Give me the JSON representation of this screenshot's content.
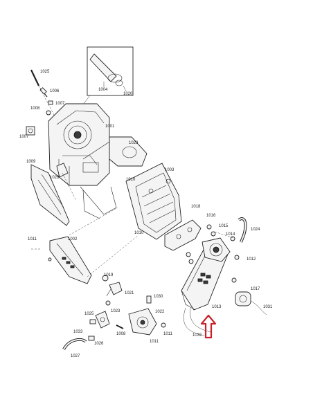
{
  "diagram": {
    "labels": [
      "1025",
      "1006",
      "1007",
      "1008",
      "1007",
      "1004",
      "1020",
      "1001",
      "1029",
      "1009",
      "1028",
      "1003",
      "1010",
      "1018",
      "1016",
      "1015",
      "1014",
      "1024",
      "1010",
      "1011",
      "1002",
      "1019",
      "1021",
      "1030",
      "1012",
      "1013",
      "1017",
      "1031",
      "1025",
      "1023",
      "1022",
      "1033",
      "1026",
      "1008",
      "1027",
      "1011",
      "1011",
      "1032"
    ],
    "colors": {
      "line": "#222222",
      "arrow": "#c8202a",
      "background": "#ffffff"
    }
  }
}
